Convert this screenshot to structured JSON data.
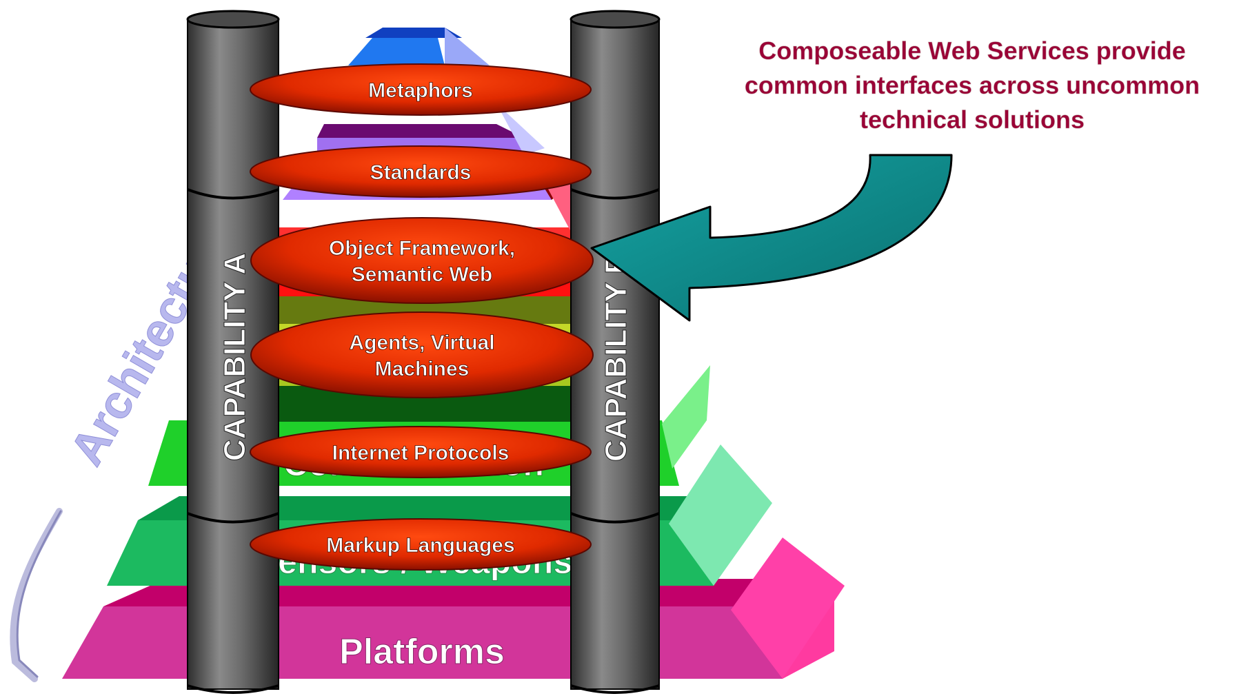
{
  "callout": {
    "lines": [
      "Composeable Web Services provide",
      "common interfaces across uncommon",
      "technical solutions"
    ],
    "color": "#9a0036",
    "arrow_color": "#0b8f8f"
  },
  "pillars": {
    "left_label": "CAPABILITY A",
    "right_label": "CAPABILITY B",
    "color": "#5a5a5a"
  },
  "side_label": "Architecture",
  "pyramid_labels": {
    "platforms": "Platforms",
    "sensors_weapons": "Sensors / Weapons",
    "communication": "Communication"
  },
  "ellipses": [
    {
      "key": "metaphors",
      "lines": [
        "Metaphors"
      ]
    },
    {
      "key": "standards",
      "lines": [
        "Standards"
      ]
    },
    {
      "key": "object-framework",
      "lines": [
        "Object Framework,",
        "Semantic Web"
      ]
    },
    {
      "key": "agents",
      "lines": [
        "Agents, Virtual",
        "Machines"
      ]
    },
    {
      "key": "internet-protocols",
      "lines": [
        "Internet Protocols"
      ]
    },
    {
      "key": "markup-languages",
      "lines": [
        "Markup Languages"
      ]
    }
  ]
}
